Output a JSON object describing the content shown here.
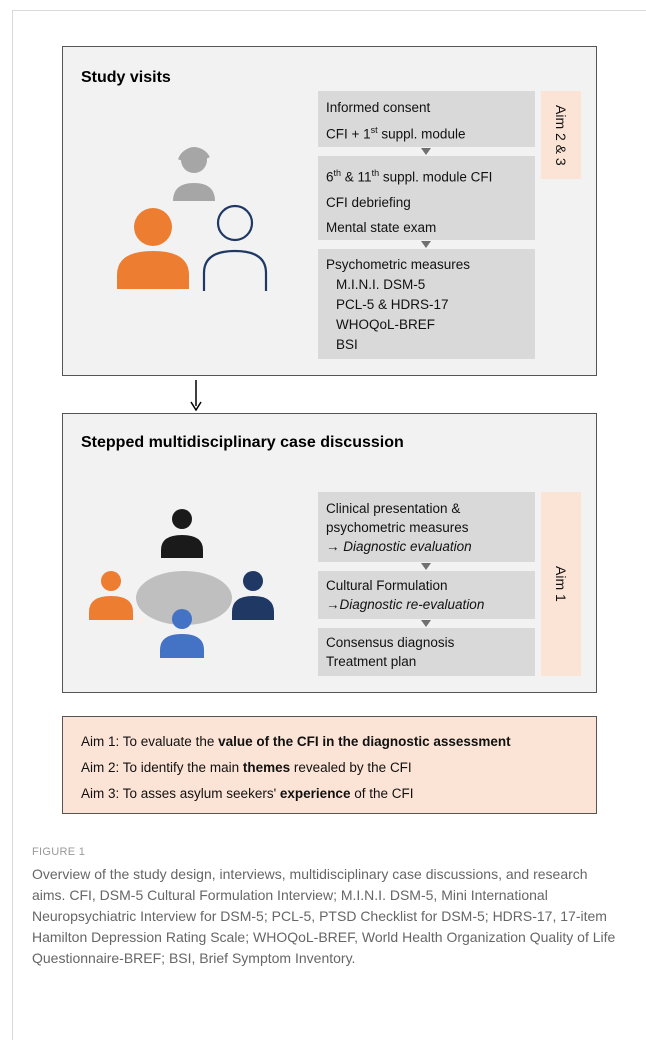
{
  "top_panel": {
    "title": "Study visits",
    "steps": {
      "s1": {
        "l1": "Informed consent",
        "l2a": "CFI + 1",
        "l2sup": "st",
        "l2b": " suppl. module"
      },
      "s2": {
        "a1": "6",
        "a1sup": "th",
        "a2": " & 11",
        "a2sup": "th",
        "a3": " suppl. module CFI",
        "l2": "CFI debriefing",
        "l3": "Mental state exam"
      },
      "s3": {
        "l1": "Psychometric measures",
        "items": [
          "M.I.N.I. DSM-5",
          "PCL-5 & HDRS-17",
          "WHOQoL-BREF",
          "BSI"
        ]
      }
    },
    "aim_tab": "Aim 2 & 3"
  },
  "bottom_panel": {
    "title": "Stepped multidisciplinary case discussion",
    "steps": {
      "s1": {
        "l1": "Clinical presentation &",
        "l2": "psychometric measures",
        "l3_arrow": "→ ",
        "l3": "Diagnostic evaluation"
      },
      "s2": {
        "l1": "Cultural Formulation",
        "l2_arrow": "→",
        "l2": "Diagnostic re-evaluation"
      },
      "s3": {
        "l1": "Consensus diagnosis",
        "l2": "Treatment plan"
      }
    },
    "aim_tab": "Aim 1"
  },
  "aims": {
    "a1_pre": "Aim 1: To evaluate the ",
    "a1_bold": "value of the CFI in the diagnostic assessment",
    "a2_pre": "Aim 2: To identify the main ",
    "a2_bold": "themes",
    "a2_post": " revealed by the CFI",
    "a3_pre": "Aim 3: To asses asylum seekers' ",
    "a3_bold": "experience",
    "a3_post": " of the CFI"
  },
  "figure_label": "FIGURE 1",
  "caption": "Overview of the study design, interviews, multidisciplinary case discussions, and research aims. CFI, DSM-5 Cultural Formulation Interview; M.I.N.I. DSM-5, Mini International Neuropsychiatric Interview for DSM-5; PCL-5, PTSD Checklist for DSM-5; HDRS-17, 17-item Hamilton Depression Rating Scale; WHOQoL-BREF, World Health Organization Quality of Life Questionnaire-BREF; BSI, Brief Symptom Inventory.",
  "colors": {
    "orange": "#ed7d31",
    "navy": "#1f3864",
    "gray_icon": "#a6a6a6",
    "blue": "#4472c4",
    "black": "#1a1a1a",
    "ellipse": "#bfbfbf",
    "step_bg": "#d9d9d9",
    "aim_bg": "#fbe4d6"
  }
}
